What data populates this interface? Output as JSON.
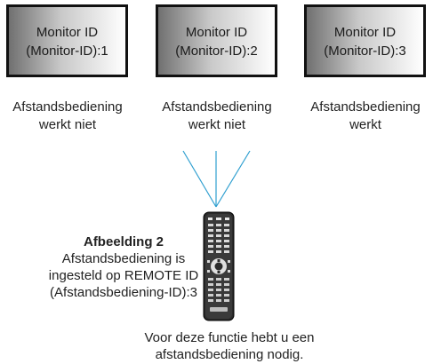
{
  "monitors": [
    {
      "line1": "Monitor ID",
      "line2": "(Monitor-ID):1",
      "status_line1": "Afstandsbediening",
      "status_line2": "werkt niet"
    },
    {
      "line1": "Monitor ID",
      "line2": "(Monitor-ID):2",
      "status_line1": "Afstandsbediening",
      "status_line2": "werkt niet"
    },
    {
      "line1": "Monitor ID",
      "line2": "(Monitor-ID):3",
      "status_line1": "Afstandsbediening",
      "status_line2": "werkt"
    }
  ],
  "caption": {
    "title": "Afbeelding 2",
    "line1": "Afstandsbediening is",
    "line2": "ingesteld op REMOTE ID",
    "line3": "(Afstandsbediening-ID):3"
  },
  "note": {
    "line1": "Voor deze functie hebt u een",
    "line2": "afstandsbediening nodig."
  },
  "colors": {
    "signal_lines": "#2f9fd0",
    "monitor_border": "#111111",
    "remote_body": "#2a2a2a"
  },
  "icons": {
    "remote": "remote-control-icon"
  }
}
